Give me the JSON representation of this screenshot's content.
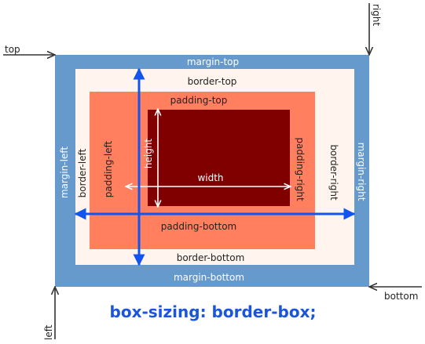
{
  "colors": {
    "margin": "#6699cc",
    "border": "#fff5ee",
    "padding": "#ff7f5f",
    "content": "#800000",
    "blue_arrow": "#1155ee",
    "white_arrow": "#ffffff",
    "corner_arrow": "#333333",
    "caption": "#1a55dd"
  },
  "labels": {
    "margin_top": "margin-top",
    "margin_bottom": "margin-bottom",
    "margin_left": "margin-left",
    "margin_right": "margin-right",
    "border_top": "border-top",
    "border_bottom": "border-bottom",
    "border_left": "border-left",
    "border_right": "border-right",
    "padding_top": "padding-top",
    "padding_bottom": "padding-bottom",
    "padding_left": "padding-left",
    "padding_right": "padding-right",
    "height": "height",
    "width": "width"
  },
  "corners": {
    "top": "top",
    "right": "right",
    "bottom": "bottom",
    "left": "left"
  },
  "caption": "box-sizing: border-box;"
}
